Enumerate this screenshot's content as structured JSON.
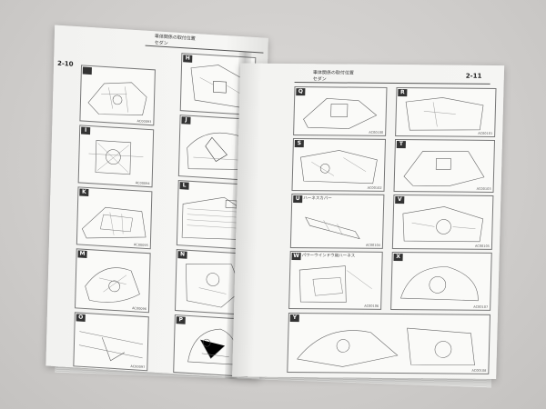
{
  "left_page": {
    "page_number": "2-10",
    "header_title": "車体関係の取付位置",
    "header_sub": "セダン",
    "panels": [
      {
        "tag": "",
        "code": "AC00093"
      },
      {
        "tag": "I",
        "code": "AC00094"
      },
      {
        "tag": "K",
        "code": "AC00095"
      },
      {
        "tag": "M",
        "code": "AC00096"
      },
      {
        "tag": "O",
        "code": "AC00097"
      }
    ],
    "panels_b": [
      {
        "tag": "H",
        "code": ""
      },
      {
        "tag": "J",
        "code": ""
      },
      {
        "tag": "L",
        "code": ""
      },
      {
        "tag": "N",
        "code": ""
      },
      {
        "tag": "P",
        "code": ""
      }
    ]
  },
  "right_page": {
    "page_number": "2-11",
    "header_title": "車体関係の取付位置",
    "header_sub": "セダン",
    "panels": [
      {
        "tag": "Q",
        "caption": "",
        "code": "AC00100"
      },
      {
        "tag": "R",
        "caption": "",
        "code": "AC00101"
      },
      {
        "tag": "S",
        "caption": "",
        "code": "AC00102"
      },
      {
        "tag": "T",
        "caption": "",
        "code": "AC00103"
      },
      {
        "tag": "U",
        "caption": "ハーネスカバー",
        "code": "AC00104"
      },
      {
        "tag": "V",
        "caption": "",
        "code": "AC00105"
      },
      {
        "tag": "W",
        "caption": "パワーウインドウ用ハーネス",
        "code": "AC00106"
      },
      {
        "tag": "X",
        "caption": "",
        "code": "AC00107"
      },
      {
        "tag": "Y",
        "caption": "",
        "code": "AC00108"
      }
    ]
  }
}
